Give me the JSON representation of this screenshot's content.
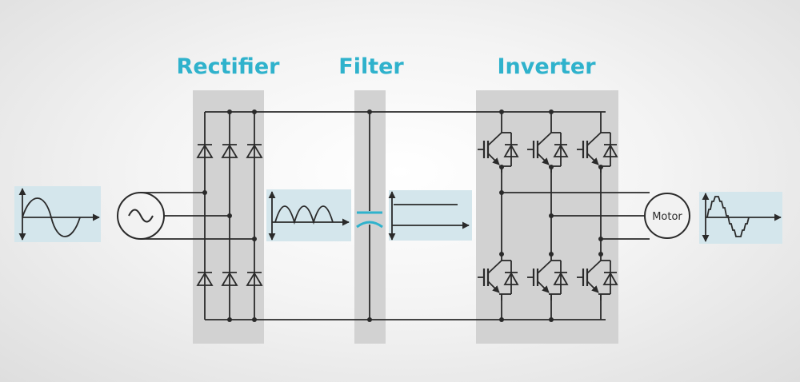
{
  "colors": {
    "title": "#2fb2cc",
    "wire": "#2a2a2a",
    "block": "#d2d2d2",
    "wave_panel": "#d4e6ec",
    "capacitor": "#2fb2cc"
  },
  "sections": {
    "rectifier": "Rectifier",
    "filter": "Filter",
    "inverter": "Inverter"
  },
  "motor": {
    "label": "Motor"
  },
  "icons": {
    "ac_source": "ac-source-icon",
    "diode": "diode-icon",
    "capacitor": "capacitor-icon",
    "igbt": "igbt-transistor-icon",
    "motor": "motor-icon"
  }
}
